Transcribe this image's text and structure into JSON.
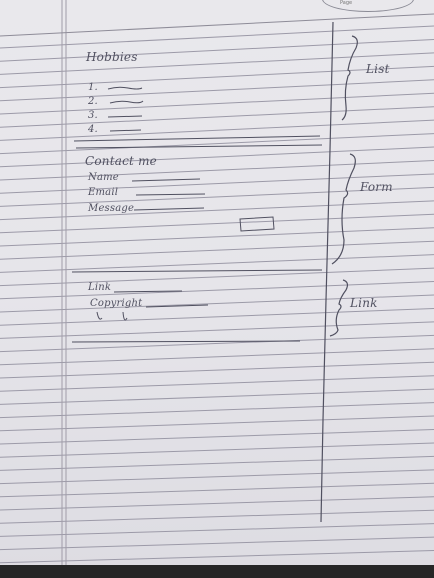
{
  "notebook": {
    "header_stamp": "Page",
    "sections": [
      {
        "title": "Hobbies",
        "items": [
          "1.",
          "2.",
          "3.",
          "4."
        ],
        "brace_label": "List"
      },
      {
        "title": "Contact me",
        "fields": [
          "Name",
          "Email",
          "Message"
        ],
        "brace_label": "Form"
      },
      {
        "fields": [
          "Link",
          "Copyright"
        ],
        "brace_label": "Link"
      }
    ]
  }
}
